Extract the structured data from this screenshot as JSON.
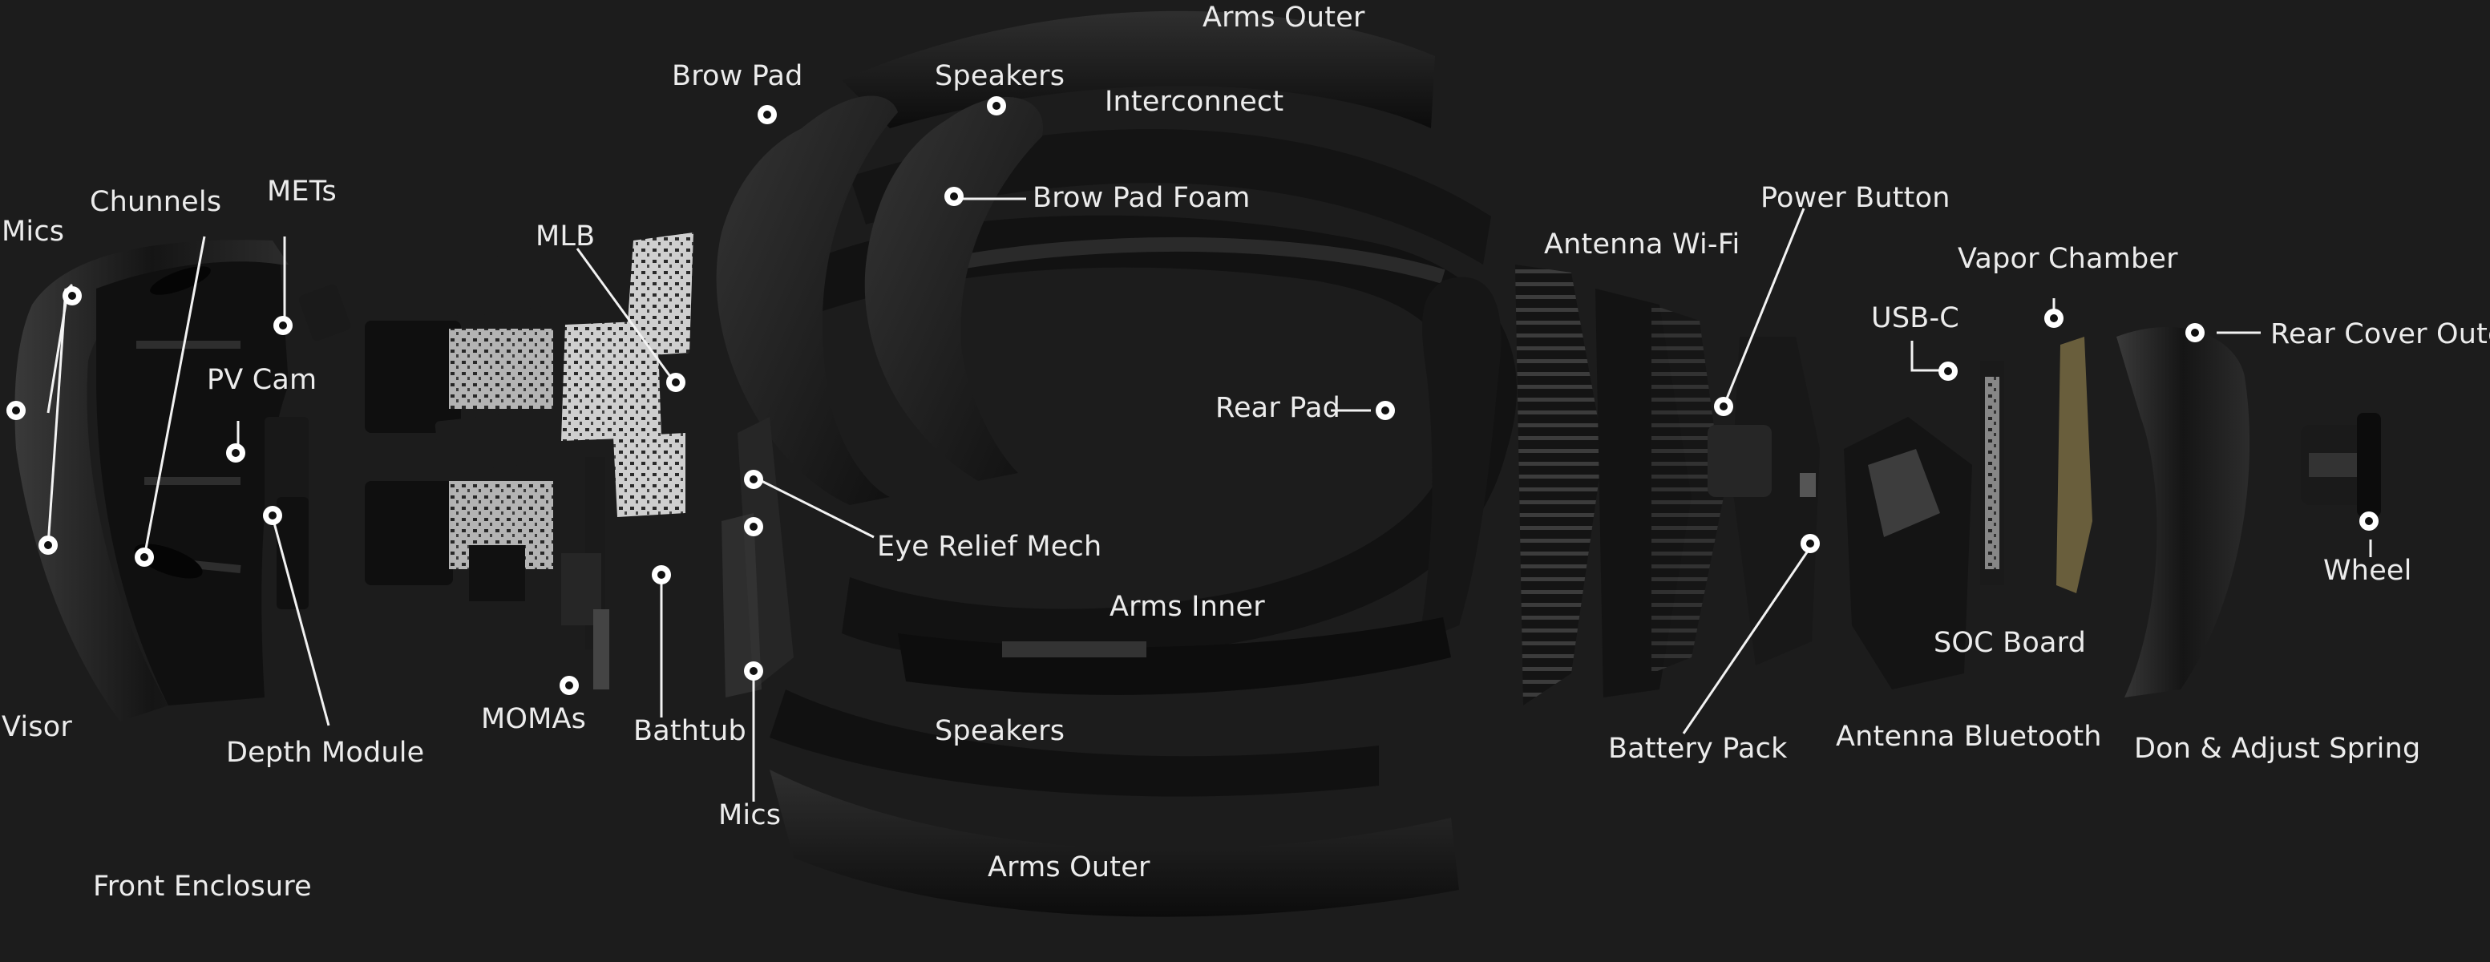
{
  "diagram": {
    "labels": {
      "arms_outer_top": "Arms Outer",
      "interconnect": "Interconnect",
      "brow_pad": "Brow Pad",
      "speakers_top": "Speakers",
      "brow_pad_foam": "Brow Pad Foam",
      "mics_left": "Mics",
      "chunnels": "Chunnels",
      "mets": "METs",
      "mlb": "MLB",
      "pv_cam": "PV Cam",
      "antenna_wifi": "Antenna Wi-Fi",
      "power_button": "Power Button",
      "vapor_chamber": "Vapor Chamber",
      "usb_c": "USB-C",
      "rear_cover_outer": "Rear Cover Outer",
      "rear_pad": "Rear Pad",
      "eye_relief_mech": "Eye Relief Mech",
      "arms_inner": "Arms Inner",
      "wheel": "Wheel",
      "soc_board": "SOC Board",
      "visor": "Visor",
      "depth_module": "Depth Module",
      "momas": "MOMAs",
      "bathtub": "Bathtub",
      "speakers_bottom": "Speakers",
      "battery_pack": "Battery Pack",
      "antenna_bluetooth": "Antenna Bluetooth",
      "don_adjust_spring": "Don & Adjust Spring",
      "mics_bottom": "Mics",
      "arms_outer_bottom": "Arms Outer",
      "front_enclosure": "Front Enclosure"
    },
    "colors": {
      "background": "#1c1c1c",
      "label_text": "#ececec",
      "leader_line": "#f2f2f2",
      "part_dark": "#0b0b0b",
      "part_mid": "#2a2a2a",
      "part_highlight": "#575757",
      "pcb": "#d8d8d8"
    }
  }
}
